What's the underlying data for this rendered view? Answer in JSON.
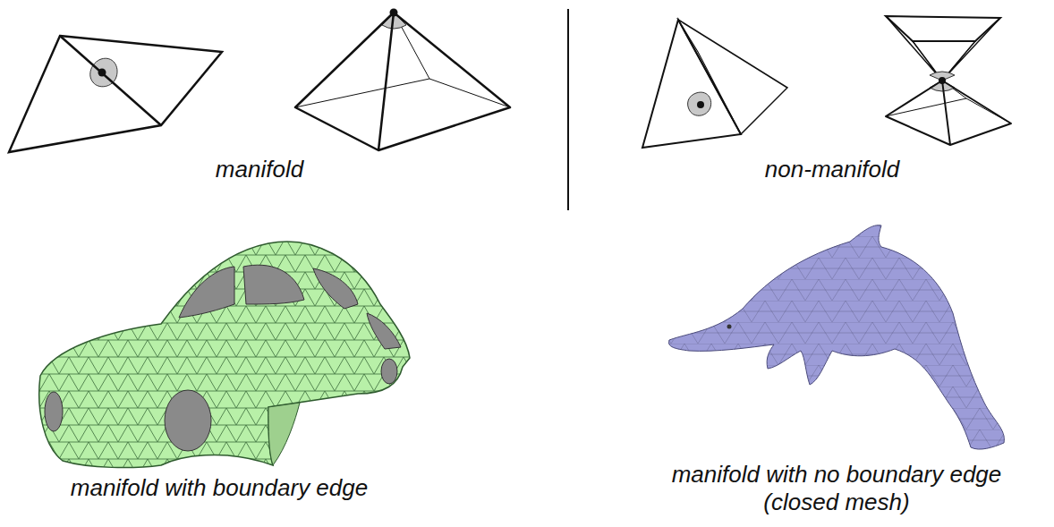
{
  "diagram": {
    "labels": [
      "manifold",
      "non-manifold",
      "manifold with boundary edge",
      "manifold with no boundary edge (closed mesh)"
    ]
  }
}
